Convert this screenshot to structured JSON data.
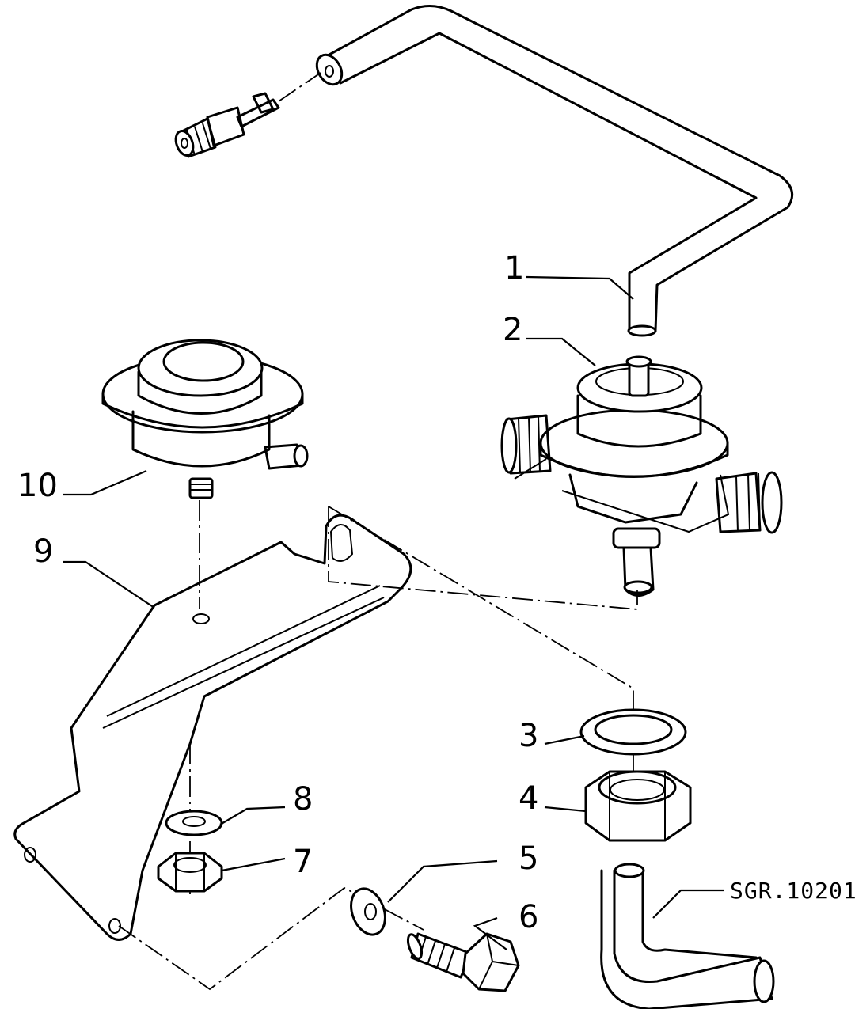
{
  "diagram": {
    "drawing_code": "SGR.10201",
    "callouts": [
      {
        "id": "1",
        "text": "1"
      },
      {
        "id": "2",
        "text": "2"
      },
      {
        "id": "3",
        "text": "3"
      },
      {
        "id": "4",
        "text": "4"
      },
      {
        "id": "5",
        "text": "5"
      },
      {
        "id": "6",
        "text": "6"
      },
      {
        "id": "7",
        "text": "7"
      },
      {
        "id": "8",
        "text": "8"
      },
      {
        "id": "9",
        "text": "9"
      },
      {
        "id": "10",
        "text": "10"
      }
    ]
  }
}
